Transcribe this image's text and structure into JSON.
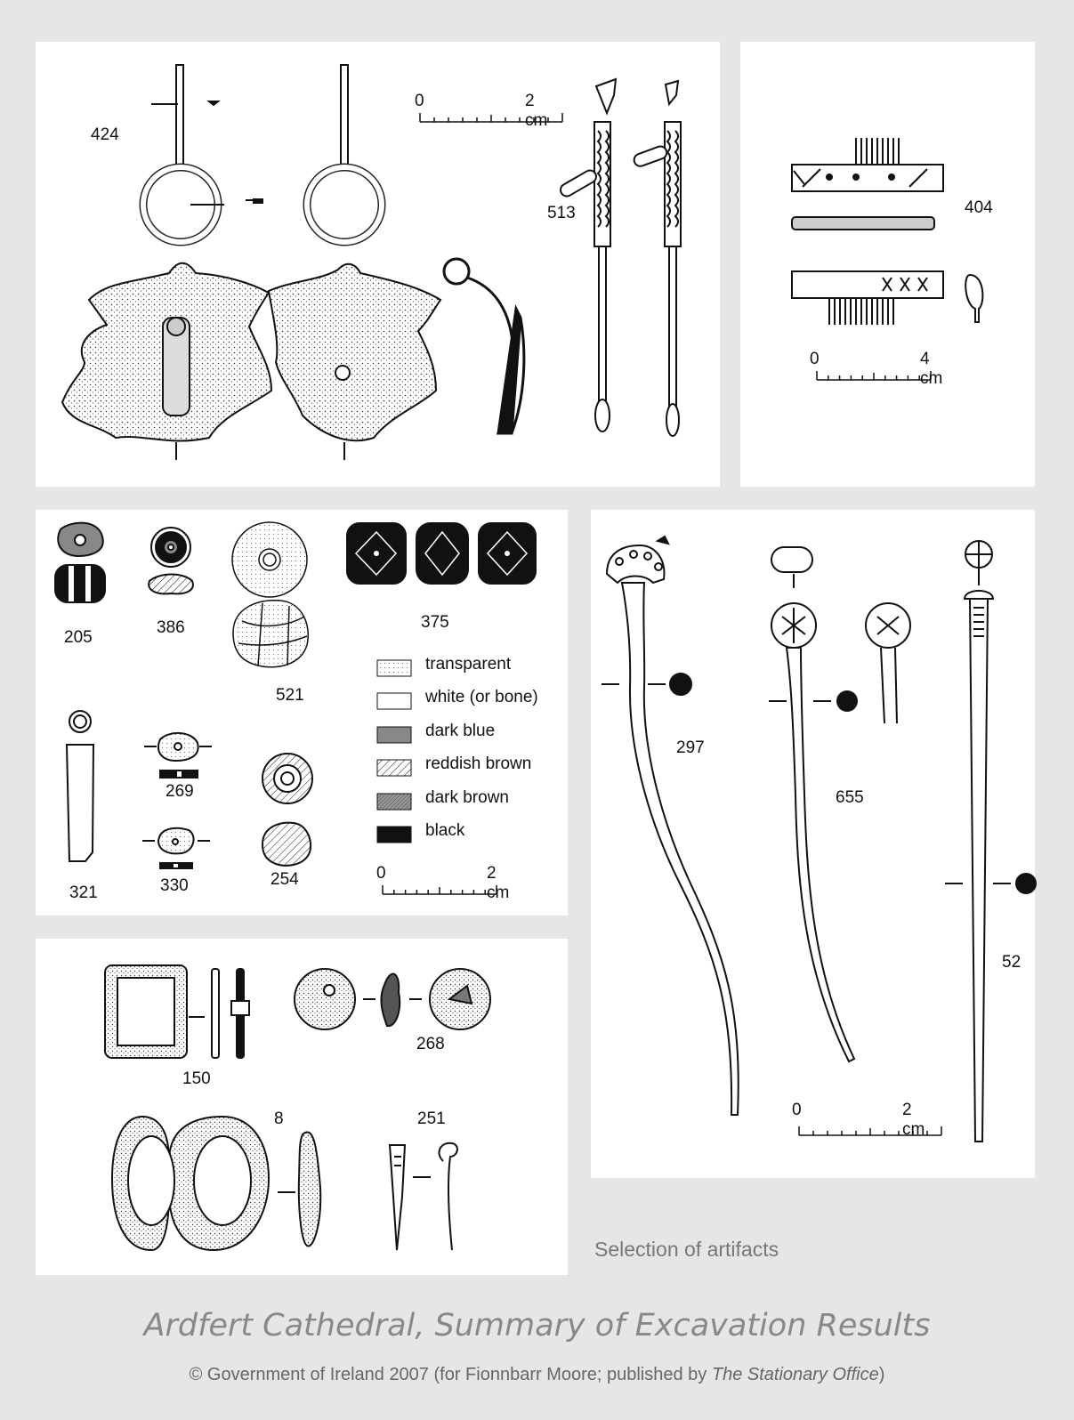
{
  "labels": {
    "l424": "424",
    "l513": "513",
    "l404": "404",
    "l205": "205",
    "l386": "386",
    "l521": "521",
    "l375": "375",
    "l269": "269",
    "l330": "330",
    "l321": "321",
    "l254": "254",
    "l297": "297",
    "l655": "655",
    "l52": "52",
    "l150": "150",
    "l268": "268",
    "l8": "8",
    "l251": "251"
  },
  "scales": {
    "a": {
      "start": "0",
      "end": "2 cm"
    },
    "b": {
      "start": "0",
      "end": "4 cm"
    },
    "c": {
      "start": "0",
      "end": "2 cm"
    },
    "d": {
      "start": "0",
      "end": "2 cm"
    }
  },
  "legend": [
    {
      "label": "transparent",
      "pattern": "dots"
    },
    {
      "label": "white (or bone)",
      "pattern": "white"
    },
    {
      "label": "dark blue",
      "pattern": "darkgrey"
    },
    {
      "label": "reddish brown",
      "pattern": "hatch"
    },
    {
      "label": "dark brown",
      "pattern": "densehatch"
    },
    {
      "label": "black",
      "pattern": "black"
    }
  ],
  "caption": "Selection of artifacts",
  "title": "Ardfert Cathedral, Summary of Excavation Results",
  "credit": {
    "main": "© Government of Ireland 2007  (for Fionnbarr Moore; published by ",
    "publisher": "The Stationary Office",
    "close": ")"
  }
}
